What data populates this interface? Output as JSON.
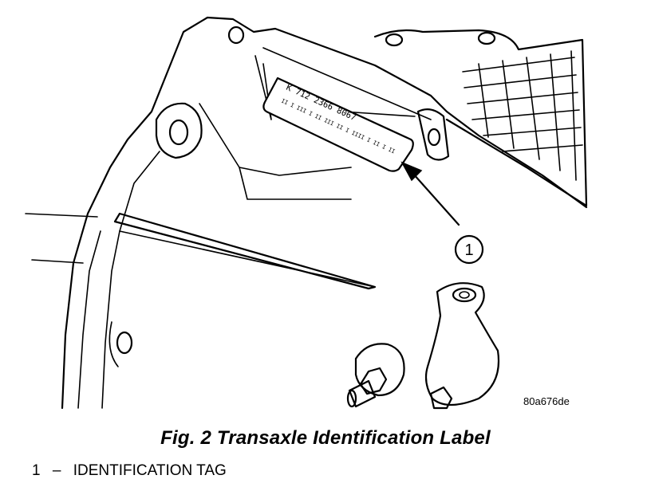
{
  "figure": {
    "tag_line1": "K 712 2366 8067",
    "tag_line2": "II I III I II III II I IIII I II I II",
    "callout_number": "1",
    "figure_ref": "80a676de"
  },
  "caption": "Fig. 2 Transaxle Identification Label",
  "legend": [
    {
      "number": "1",
      "separator": "–",
      "label": "IDENTIFICATION TAG"
    }
  ]
}
